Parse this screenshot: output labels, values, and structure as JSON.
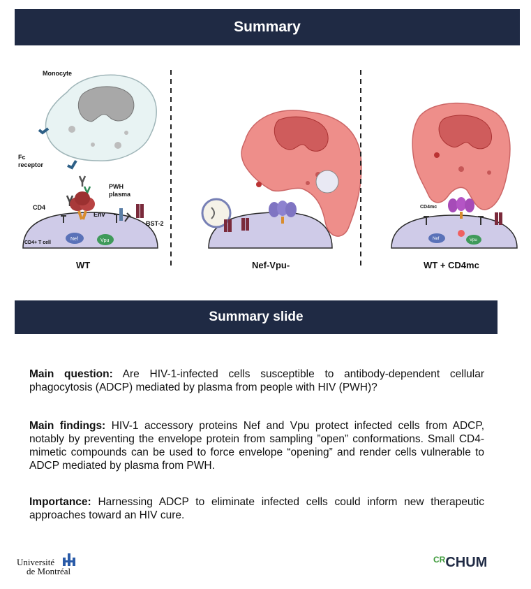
{
  "banner_top": {
    "title": "Summary"
  },
  "figure": {
    "wt_panel": {
      "monocyte": "Monocyte",
      "fc_receptor": "Fc\nreceptor",
      "fc_line1": "Fc",
      "fc_line2": "receptor",
      "pwh_line1": "PWH",
      "pwh_line2": "plasma",
      "cd4": "CD4",
      "env": "Env",
      "bst2": "BST-2",
      "cd4_t_cell": "CD4+ T cell",
      "nef": "Nef",
      "vpu": "Vpu",
      "caption": "WT"
    },
    "nefvpu_panel": {
      "caption": "Nef-Vpu-"
    },
    "cd4mc_panel": {
      "cd4mc": "CD4mc",
      "nef": "Nef",
      "vpu": "Vpu",
      "caption": "WT + CD4mc"
    },
    "colors": {
      "monocyte_wt": "#e8f3f3",
      "monocyte_active": "#ee8e8a",
      "t_cell": "#cfcbe8",
      "nucleus_gray": "#a8a8a8",
      "nucleus_red": "#cf5c5c"
    }
  },
  "banner_bottom": {
    "title": "Summary slide"
  },
  "summary": {
    "question_label": "Main question:",
    "question_text": " Are HIV-1-infected cells susceptible to antibody-dependent cellular phagocytosis (ADCP) mediated by plasma from people with HIV (PWH)?",
    "findings_label": "Main findings:",
    "findings_text": " HIV-1 accessory proteins Nef and Vpu protect infected cells from ADCP, notably by preventing the envelope protein from sampling ”open” conformations. Small CD4-mimetic compounds can be used to force envelope “opening” and render cells vulnerable to ADCP mediated by plasma from PWH.",
    "importance_label": "Importance:",
    "importance_text": " Harnessing ADCP to eliminate infected cells could inform new therapeutic approaches toward an HIV cure."
  },
  "logos": {
    "udem_line1": "Université",
    "udem_line2": "de Montréal",
    "crchum_cr": "CR",
    "crchum_chum": "CHUM"
  }
}
